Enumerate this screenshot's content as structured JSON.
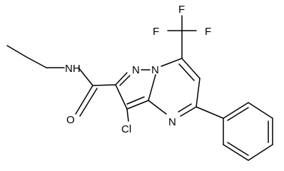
{
  "molecule": {
    "atoms": {
      "F_top": "F",
      "F_left": "F",
      "F_right": "F",
      "NH": "NH",
      "O": "O",
      "N_bridge": "N",
      "N_pyrazole": "N",
      "N_ring": "N",
      "Cl": "Cl"
    }
  }
}
